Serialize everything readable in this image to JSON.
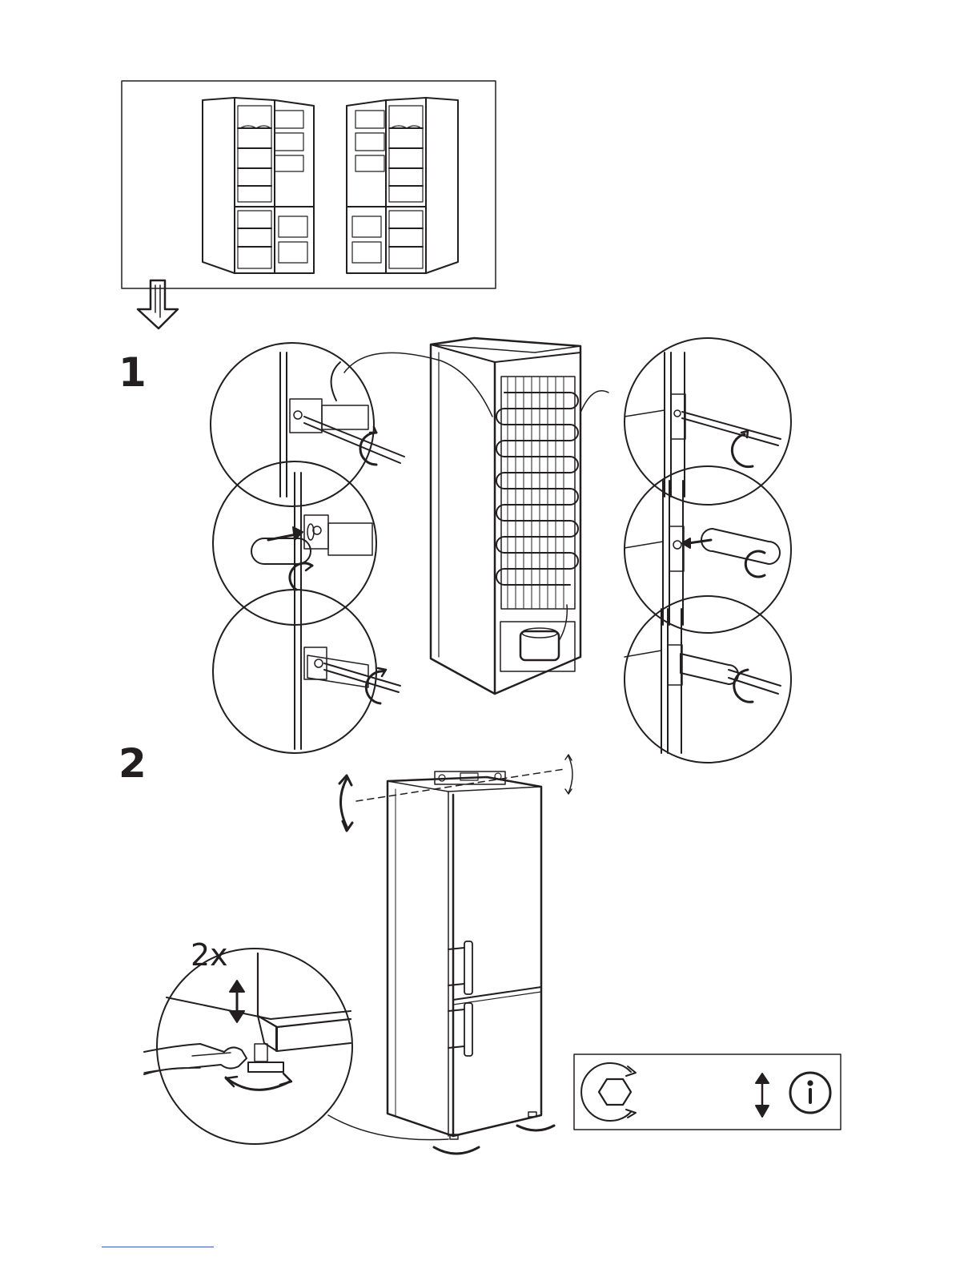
{
  "steps": [
    {
      "number": "1"
    },
    {
      "number": "2"
    }
  ],
  "quantity_label": "2x",
  "icons": {
    "door_reversal": "door-reversal-icon",
    "down_arrow": "hollow-down-arrow-icon",
    "hex_rotate": "hex-nut-rotate-icon",
    "vertical_adjust": "vertical-adjust-arrow-icon",
    "info": "info-icon"
  },
  "colors": {
    "line": "#231f20",
    "footer_rule": "#3b5bbd"
  }
}
